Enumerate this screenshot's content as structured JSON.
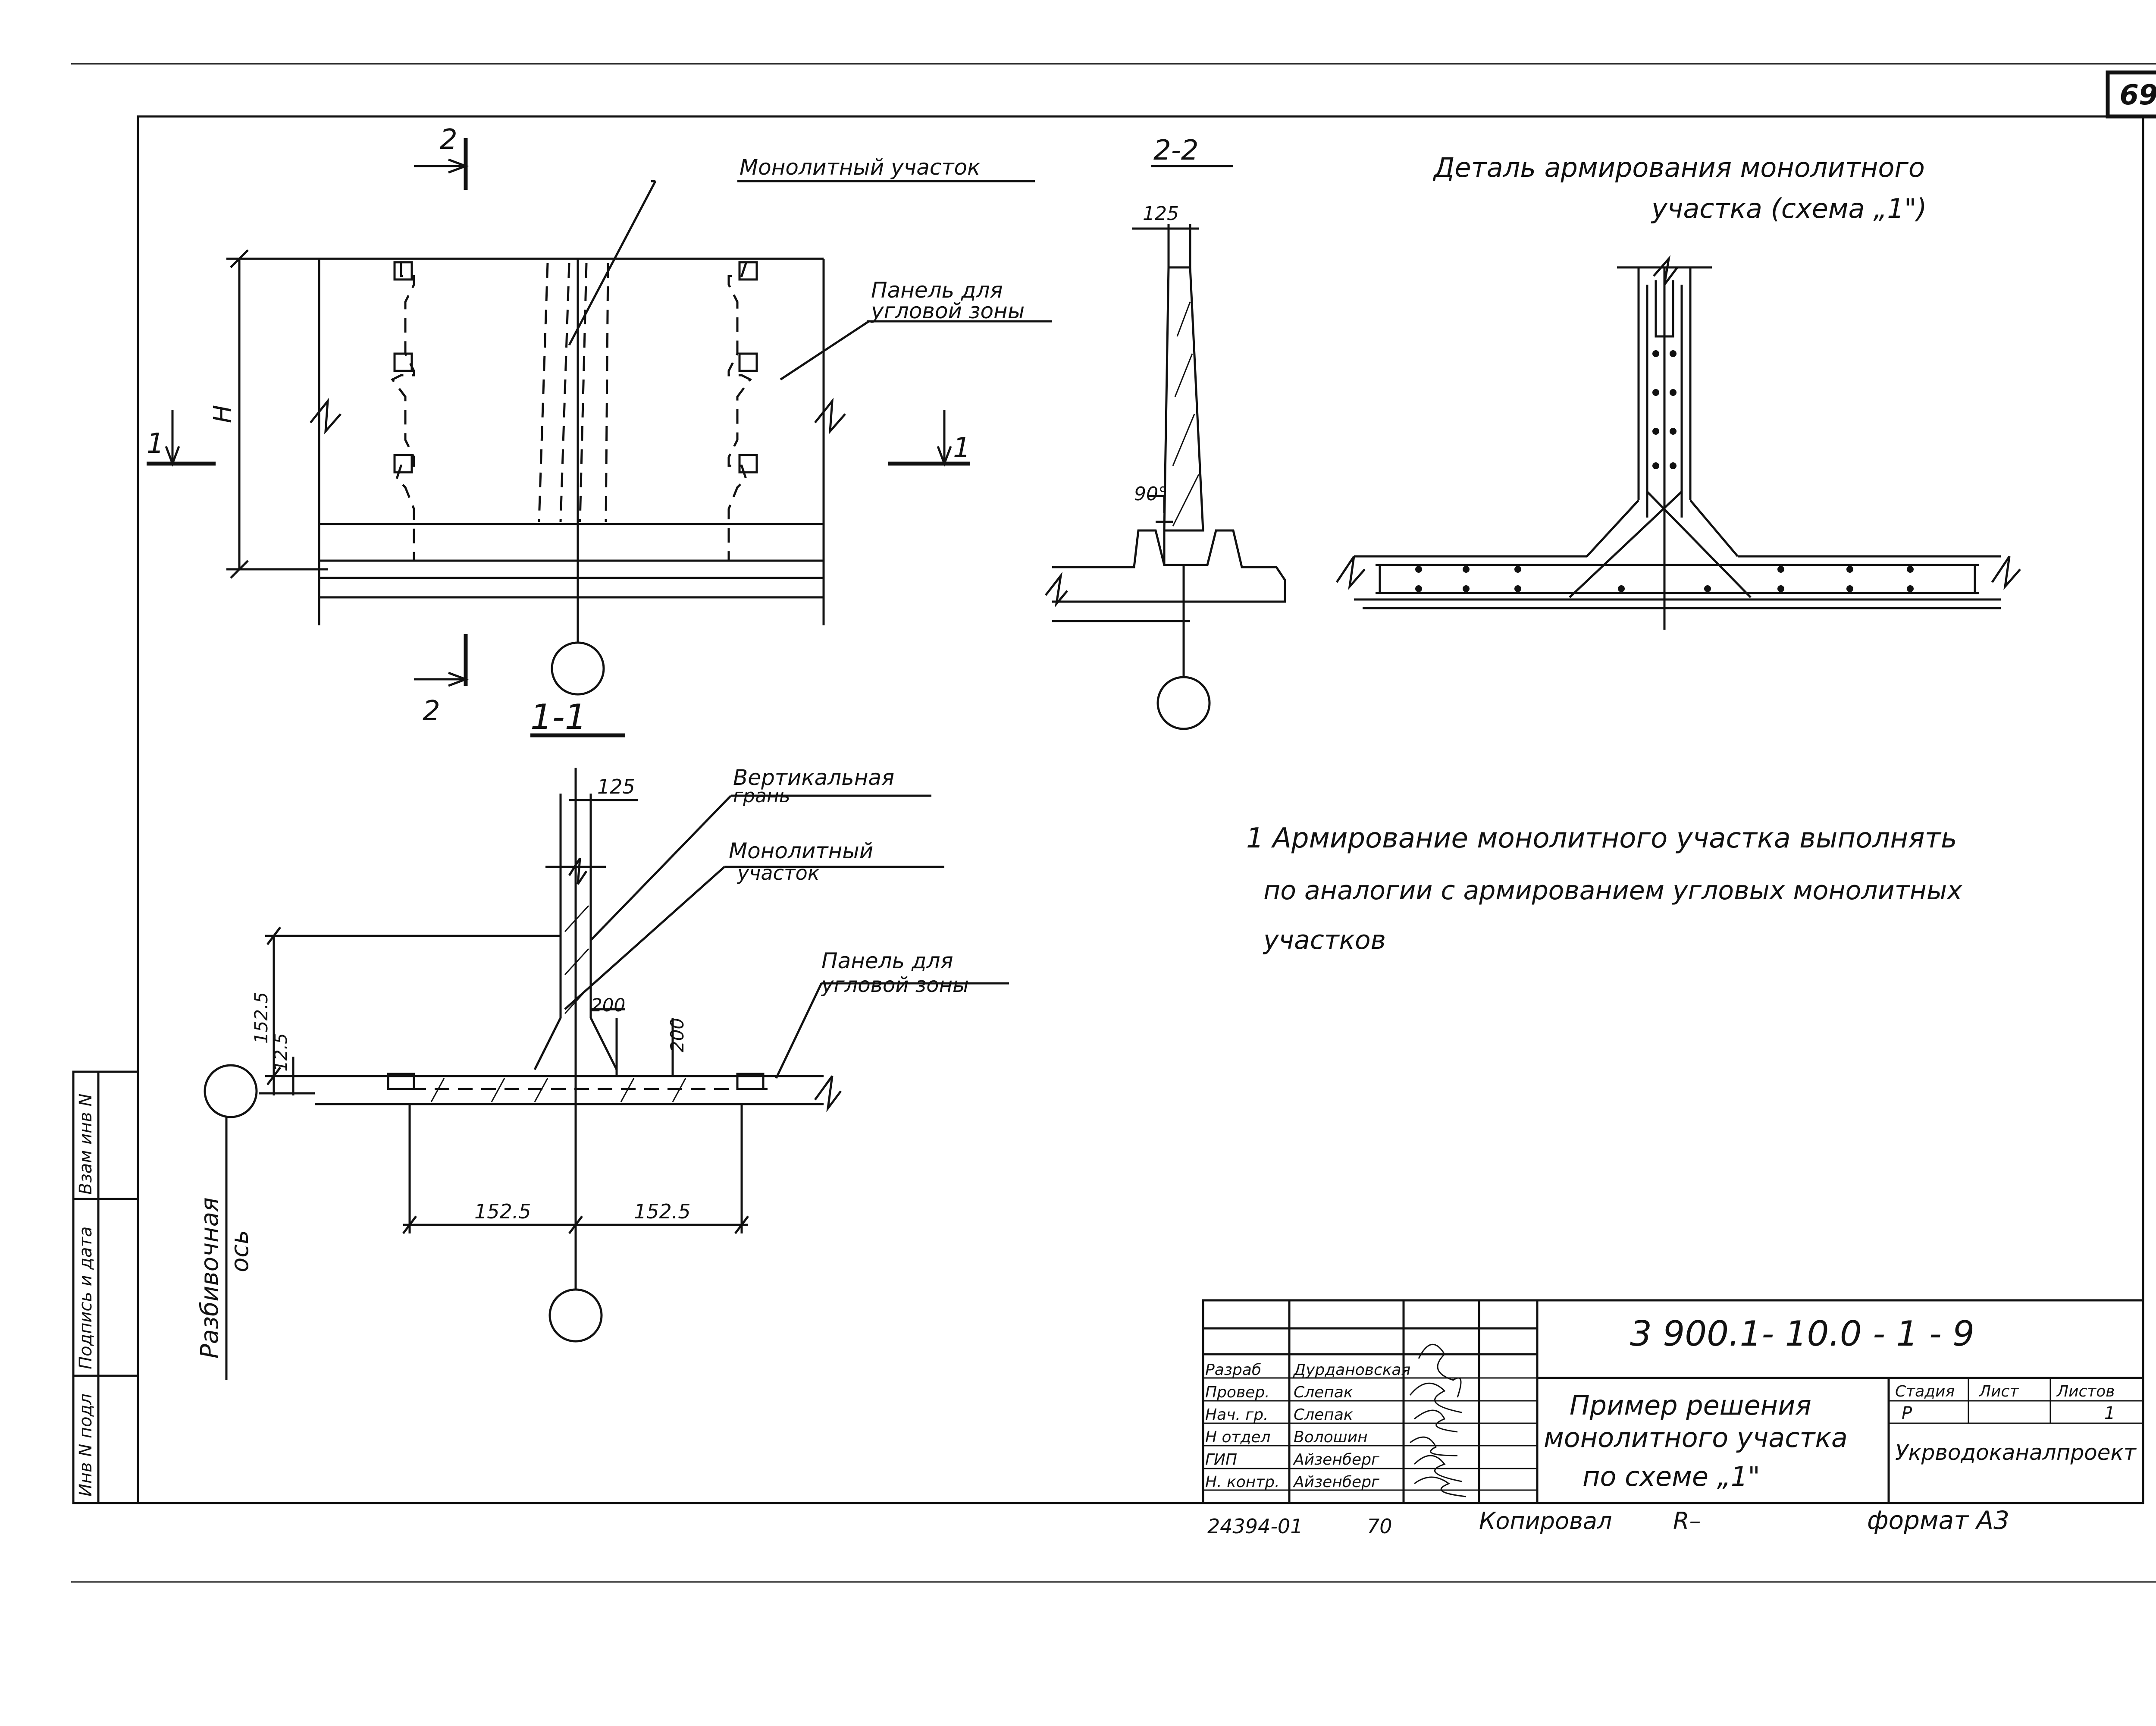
{
  "page_number": "69",
  "plan": {
    "label_monolith": "Монолитный участок",
    "label_panel_line1": "Панель для",
    "label_panel_line2": "угловой зоны",
    "section_2_top": "2",
    "section_2_bottom": "2",
    "section_1_left": "1",
    "section_1_right": "1",
    "dim_h": "Н"
  },
  "section_1_1": {
    "title": "1-1",
    "dim_125_top": "125",
    "label_vertical_line1": "Вертикальная",
    "label_vertical_line2": "грань",
    "label_monolith_line1": "Монолитный",
    "label_monolith_line2": "участок",
    "label_panel_line1": "Панель для",
    "label_panel_line2": "угловой зоны",
    "dim_1525_v": "152.5",
    "dim_125_v": "12.5",
    "dim_200_a": "200",
    "dim_200_b": "200",
    "dim_1525_left": "152.5",
    "dim_1525_right": "152.5",
    "axis_label_line1": "Разбивочная",
    "axis_label_line2": "ось"
  },
  "section_2_2": {
    "title": "2-2",
    "dim_125": "125",
    "angle": "90°"
  },
  "detail": {
    "title_line1": "Деталь армирования монолитного",
    "title_line2": "участка (схема „1\")"
  },
  "note": {
    "line1": "1 Армирование монолитного участка выполнять",
    "line2": "по аналогии с армированием угловых монолитных",
    "line3": "участков"
  },
  "side_stamp": {
    "cells": [
      "Инв N подл",
      "Подпись и дата",
      "Взам инв N"
    ]
  },
  "title_block": {
    "code": "3 900.1- 10.0 - 1 - 9",
    "title_line1": "Пример решения",
    "title_line2": "монолитного участка",
    "title_line3": "по схеме „1\"",
    "org": "Укрводоканалпроект",
    "header_stage": "Стадия",
    "header_sheet": "Лист",
    "header_sheets": "Листов",
    "stage": "Р",
    "sheets": "1",
    "roles": [
      {
        "role": "Разраб",
        "name": "Дурдановская"
      },
      {
        "role": "Провер.",
        "name": "Слепак"
      },
      {
        "role": "Нач. гр.",
        "name": "Слепак"
      },
      {
        "role": "Н отдел",
        "name": "Волошин"
      },
      {
        "role": "ГИП",
        "name": "Айзенберг"
      },
      {
        "role": "Н. контр.",
        "name": "Айзенберг"
      }
    ]
  },
  "footer": {
    "order": "24394-01",
    "num": "70",
    "copied_label": "Копировал",
    "copied_sign": "R–",
    "format": "формат А3"
  }
}
